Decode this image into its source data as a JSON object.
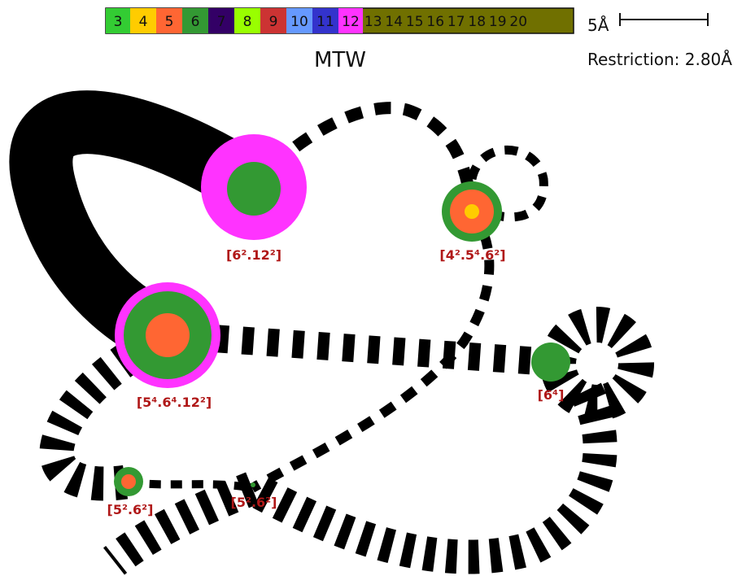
{
  "header": {
    "title": "MTW",
    "scale_label": "5Å",
    "restriction": "Restriction: 2.80Å"
  },
  "legend": [
    {
      "label": "3",
      "color": "#33cc33"
    },
    {
      "label": "4",
      "color": "#ffcc00"
    },
    {
      "label": "5",
      "color": "#ff6633"
    },
    {
      "label": "6",
      "color": "#339933"
    },
    {
      "label": "7",
      "color": "#330066"
    },
    {
      "label": "8",
      "color": "#99ff00"
    },
    {
      "label": "9",
      "color": "#cc3333"
    },
    {
      "label": "10",
      "color": "#6699ff"
    },
    {
      "label": "11",
      "color": "#3333cc"
    },
    {
      "label": "12",
      "color": "#ff33ff"
    },
    {
      "label": "13",
      "color": "#707000"
    },
    {
      "label": "14",
      "color": "#707000"
    },
    {
      "label": "15",
      "color": "#707000"
    },
    {
      "label": "16",
      "color": "#707000"
    },
    {
      "label": "17",
      "color": "#707000"
    },
    {
      "label": "18",
      "color": "#707000"
    },
    {
      "label": "19",
      "color": "#707000"
    },
    {
      "label": "20",
      "color": "#707000"
    }
  ],
  "nodes": [
    {
      "id": "a",
      "label": "[6².12²]"
    },
    {
      "id": "b",
      "label": "[4².5⁴.6²]"
    },
    {
      "id": "c",
      "label": "[5⁴.6⁴.12²]"
    },
    {
      "id": "d",
      "label": "[6⁴]"
    },
    {
      "id": "e",
      "label": "[5².6²]"
    },
    {
      "id": "f",
      "label": "[5².6²]"
    }
  ]
}
